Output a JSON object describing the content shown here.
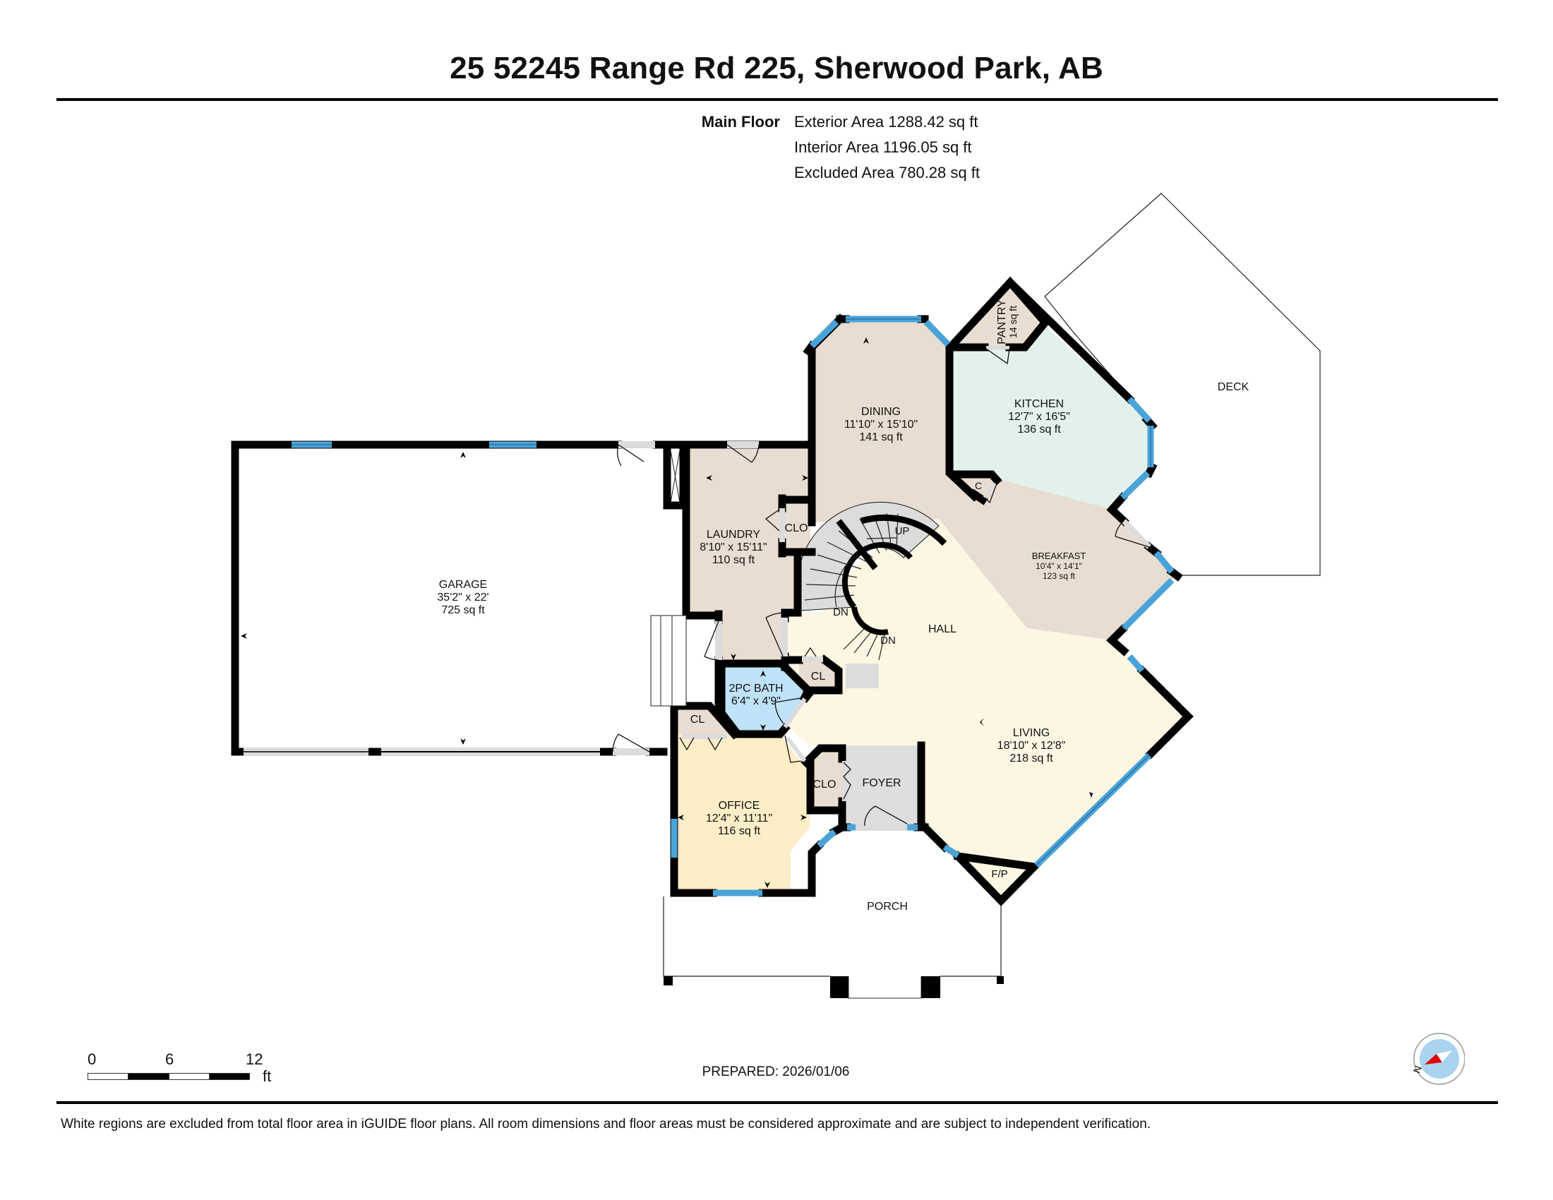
{
  "header": {
    "title": "25 52245 Range Rd 225, Sherwood Park, AB"
  },
  "areas": {
    "floor_label": "Main Floor",
    "exterior": "Exterior Area 1288.42 sq ft",
    "interior": "Interior Area 1196.05 sq ft",
    "excluded": "Excluded Area 780.28 sq ft"
  },
  "rooms": {
    "garage": {
      "name": "GARAGE",
      "dims": "35'2\" x 22'",
      "area": "725 sq ft"
    },
    "laundry": {
      "name": "LAUNDRY",
      "dims": "8'10\" x 15'11\"",
      "area": "110 sq ft"
    },
    "dining": {
      "name": "DINING",
      "dims": "11'10\" x 15'10\"",
      "area": "141 sq ft"
    },
    "kitchen": {
      "name": "KITCHEN",
      "dims": "12'7\" x 16'5\"",
      "area": "136 sq ft"
    },
    "pantry": {
      "name": "PANTRY",
      "area": "14 sq ft"
    },
    "breakfast": {
      "name": "BREAKFAST",
      "dims": "10'4\" x 14'1\"",
      "area": "123 sq ft"
    },
    "deck": {
      "name": "DECK"
    },
    "hall": {
      "name": "HALL"
    },
    "living": {
      "name": "LIVING",
      "dims": "18'10\" x 12'8\"",
      "area": "218 sq ft"
    },
    "bath": {
      "name": "2PC BATH",
      "dims": "6'4\" x 4'9\""
    },
    "office": {
      "name": "OFFICE",
      "dims": "12'4\" x 11'11\"",
      "area": "116 sq ft"
    },
    "foyer": {
      "name": "FOYER"
    },
    "porch": {
      "name": "PORCH"
    },
    "laundry_closet": {
      "name": "CLO"
    },
    "foyer_closet": {
      "name": "CLO"
    },
    "hall_closet": {
      "name": "CL"
    },
    "office_closet": {
      "name": "CL"
    },
    "kitchen_closet": {
      "name": "C"
    },
    "fireplace": {
      "name": "F/P"
    }
  },
  "stairs": {
    "up": "UP",
    "down_1": "DN",
    "down_2": "DN"
  },
  "colors": {
    "wall": "#000000",
    "window": "#4aa3d8",
    "beige": "#e8ddd0",
    "kitchen": "#e3f1ec",
    "hall": "#fdf6e3",
    "bath": "#bfe2f7",
    "office": "#fdeec8",
    "foyer": "#dedede",
    "stair": "#dcdcdc"
  },
  "scale_bar": {
    "ticks": [
      "0",
      "6",
      "12"
    ],
    "unit": "ft"
  },
  "footer": {
    "prepared": "PREPARED: 2026/01/06",
    "disclaimer": "White regions are excluded from total floor area in iGUIDE floor plans. All room dimensions and floor areas must be considered approximate and are subject to independent verification."
  },
  "compass": {
    "north_label": "N"
  }
}
